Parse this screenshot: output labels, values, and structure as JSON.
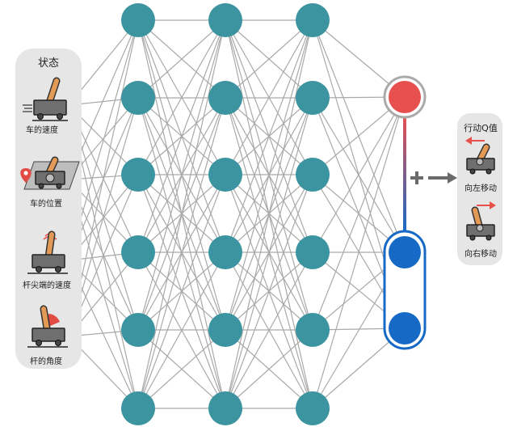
{
  "state_panel": {
    "title": "状态",
    "items": [
      {
        "label": "车的速度",
        "icon": "cart-velocity-icon"
      },
      {
        "label": "车的位置",
        "icon": "cart-position-icon"
      },
      {
        "label": "杆尖端的速度",
        "icon": "pole-tip-velocity-icon"
      },
      {
        "label": "杆的角度",
        "icon": "pole-angle-icon"
      }
    ]
  },
  "network": {
    "hidden_layers": [
      6,
      6,
      6
    ],
    "neuron_color": "#3b949f",
    "line_color": "#a9a9a9",
    "output_red": "#e85050",
    "output_blue": "#1769c6"
  },
  "action_panel": {
    "title": "行动Q值",
    "items": [
      {
        "label": "向左移动",
        "icon": "move-left-icon"
      },
      {
        "label": "向右移动",
        "icon": "move-right-icon"
      }
    ],
    "arrow_color": "#e8504a"
  },
  "plus_arrow_icon": "plus-arrow-icon"
}
